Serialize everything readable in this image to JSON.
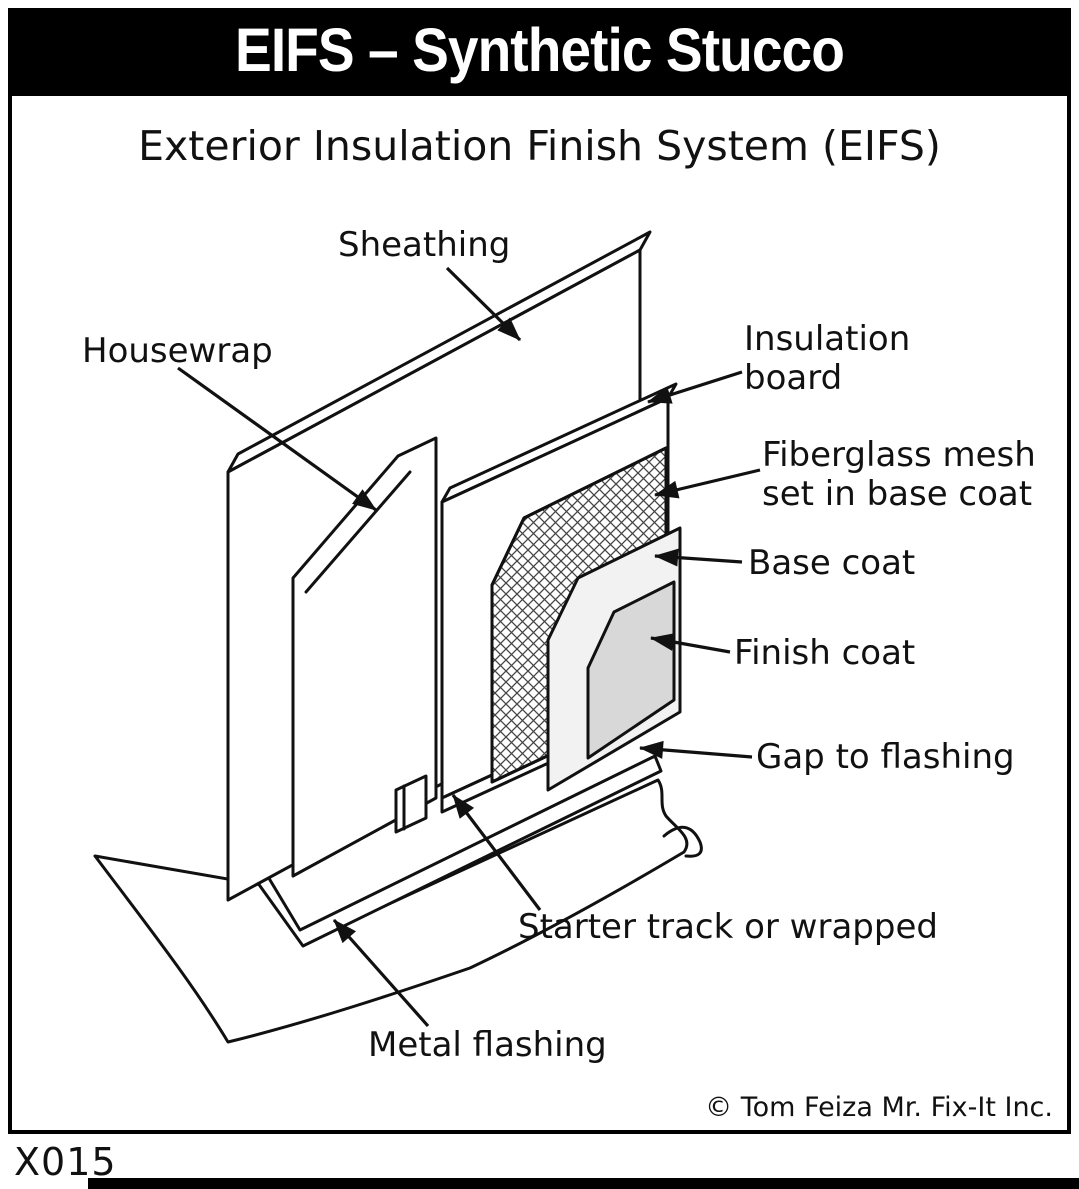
{
  "header": {
    "title": "EIFS – Synthetic Stucco"
  },
  "diagram": {
    "subtitle": "Exterior Insulation Finish System (EIFS)",
    "labels": {
      "sheathing": "Sheathing",
      "housewrap": "Housewrap",
      "insulation_board": "Insulation\nboard",
      "fiberglass_mesh": "Fiberglass mesh\nset in base coat",
      "base_coat": "Base coat",
      "finish_coat": "Finish coat",
      "gap_to_flashing": "Gap to flashing",
      "starter_track": "Starter track or wrapped",
      "metal_flashing": "Metal flashing"
    },
    "colors": {
      "outline": "#111111",
      "base_coat_fill": "#f2f2f2",
      "finish_coat_fill": "#d8d8d8",
      "mesh_hatch": "#444444"
    }
  },
  "footer": {
    "copyright": "© Tom Feiza Mr. Fix-It Inc.",
    "code": "X015"
  }
}
